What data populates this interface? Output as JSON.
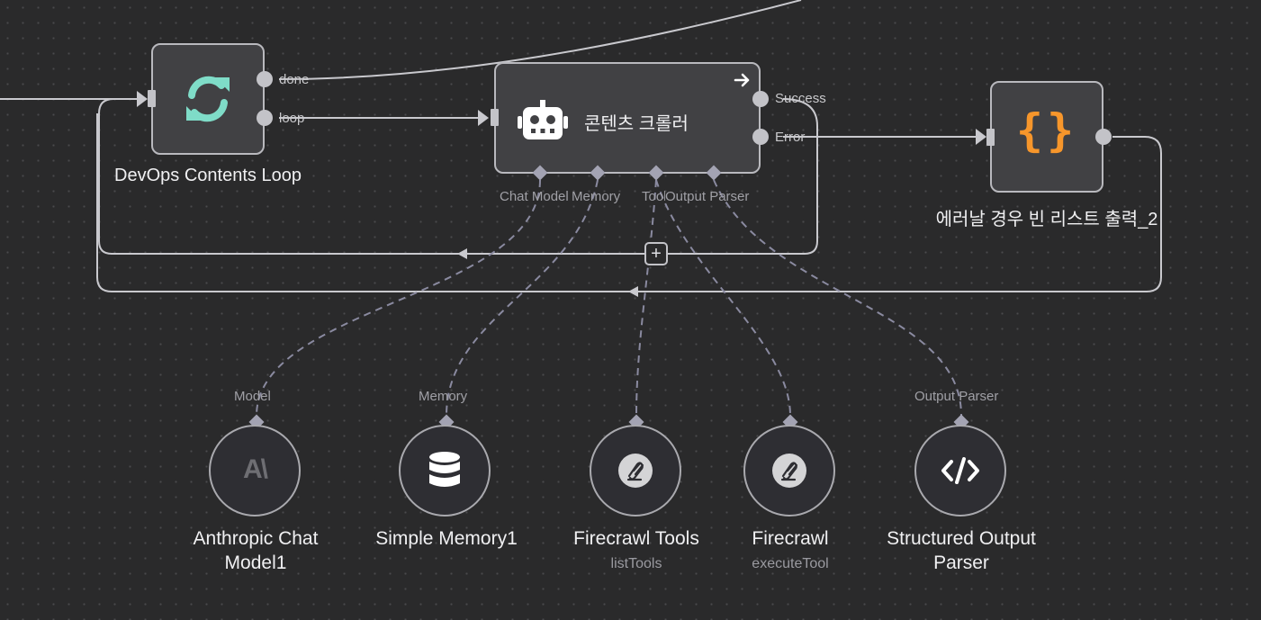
{
  "nodes": {
    "loop": {
      "title": "DevOps Contents Loop",
      "out_done": "done",
      "out_loop": "loop",
      "icon": "refresh-icon",
      "color": "#7fdcc8"
    },
    "agent": {
      "title": "콘텐츠 크롤러",
      "out_success": "Success",
      "out_error": "Error",
      "icon": "robot-icon",
      "ports": [
        "Chat Model",
        "Memory",
        "Tool",
        "Output Parser"
      ]
    },
    "code": {
      "title": "에러날 경우 빈 리스트 출력_2",
      "icon": "braces-icon",
      "color": "#f7962b"
    }
  },
  "connectors": {
    "model": "Model",
    "memory": "Memory",
    "output_parser": "Output Parser"
  },
  "subnodes": [
    {
      "title_line1": "Anthropic Chat",
      "title_line2": "Model1",
      "icon": "anthropic-icon"
    },
    {
      "title_line1": "Simple Memory1",
      "icon": "database-icon"
    },
    {
      "title_line1": "Firecrawl Tools",
      "subtitle": "listTools",
      "icon": "firecrawl-icon"
    },
    {
      "title_line1": "Firecrawl",
      "subtitle": "executeTool",
      "icon": "firecrawl-icon"
    },
    {
      "title_line1": "Structured Output",
      "title_line2": "Parser",
      "icon": "code-icon"
    }
  ],
  "add_button": "+"
}
